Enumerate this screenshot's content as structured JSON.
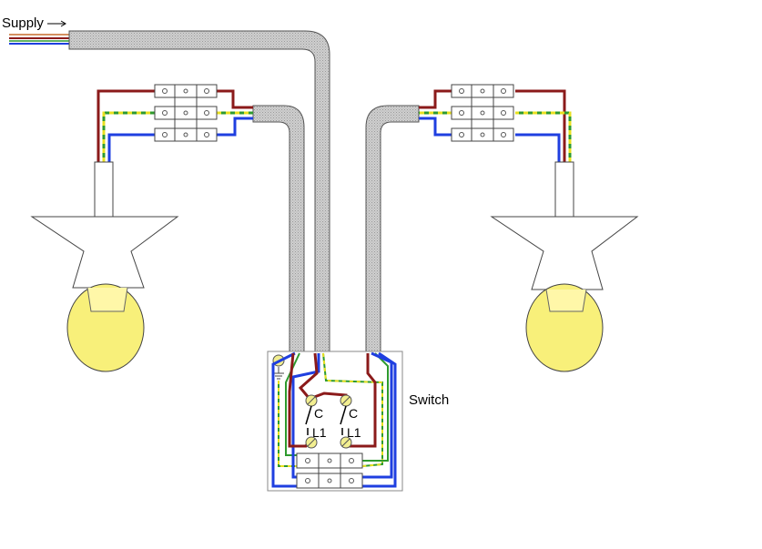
{
  "labels": {
    "supply": "Supply",
    "switch": "Switch",
    "common_left": "C",
    "common_right": "C",
    "l1_left": "L1",
    "l1_right": "L1"
  },
  "colors": {
    "live": "#8b1a1a",
    "neutral": "#1f3fe0",
    "earth_green": "#2e9a2e",
    "earth_yellow": "#e8e020",
    "cable": "#c8c8c8",
    "bulb": "#f8f07a",
    "terminal_screw": "#f2ee90"
  }
}
